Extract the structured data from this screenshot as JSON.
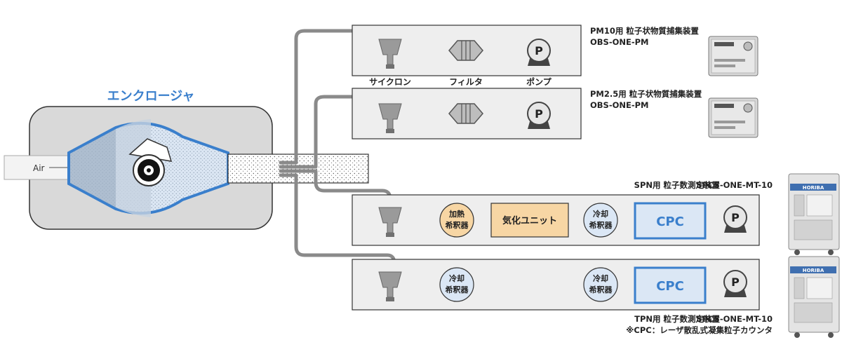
{
  "enclosure": {
    "title": "エンクロージャ",
    "inlet_label": "Air"
  },
  "component_labels": {
    "cyclone": "サイクロン",
    "filter": "フィルタ",
    "pump": "ポンプ"
  },
  "pump_symbol": "P",
  "pm10": {
    "title": "PM10用 粒子状物質捕集装置",
    "model": "OBS-ONE-PM"
  },
  "pm25": {
    "title": "PM2.5用 粒子状物質捕集装置",
    "model": "OBS-ONE-PM"
  },
  "spn": {
    "title": "SPN用 粒子数測定装置",
    "model": "SPCS-ONE-MT-10",
    "heated_diluter": [
      "加熱",
      "希釈器"
    ],
    "vaporizer": "気化ユニット",
    "cooled_diluter": [
      "冷却",
      "希釈器"
    ],
    "cpc": "CPC"
  },
  "tpn": {
    "title": "TPN用 粒子数測定装置",
    "model": "SPCS-ONE-MT-10",
    "diluter_1": [
      "冷却",
      "希釈器"
    ],
    "diluter_2": [
      "冷却",
      "希釈器"
    ],
    "cpc": "CPC"
  },
  "footnote": "※CPC：レーザ散乱式凝集粒子カウンタ",
  "device_brand": "HORIBA",
  "colors": {
    "accent_blue": "#3a7fcc",
    "heated_orange": "#f7d6a4",
    "cooled_blue": "#dbe7f5",
    "tube_gray": "#8a8a8a",
    "box_fill": "#eeeeee"
  }
}
